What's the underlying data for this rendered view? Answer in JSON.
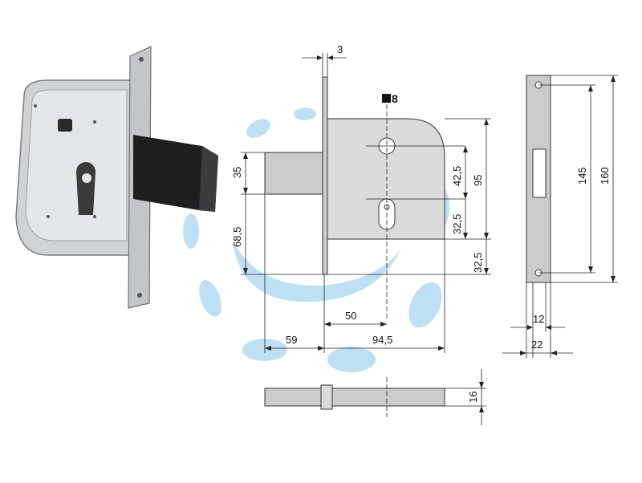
{
  "diagram": {
    "spindle_label": "8",
    "side_view": {
      "plate_thickness": "3",
      "height_top": "95",
      "spindle_to_key": "42,5",
      "key_to_bottom": "32,5",
      "bottom_margin": "32,5",
      "bolt_width": "35",
      "bolt_offset": "68,5",
      "backset": "50",
      "bolt_throw": "59",
      "case_depth": "94,5"
    },
    "front_view": {
      "inner_height": "145",
      "total_height": "160",
      "plate_inner_width": "12",
      "plate_width": "22"
    },
    "bolt_view": {
      "bolt_height": "16"
    }
  },
  "colors": {
    "watermark": "#a9d6f2",
    "metal": "#c9cbcd",
    "bolt_dark": "#1f1f22"
  }
}
